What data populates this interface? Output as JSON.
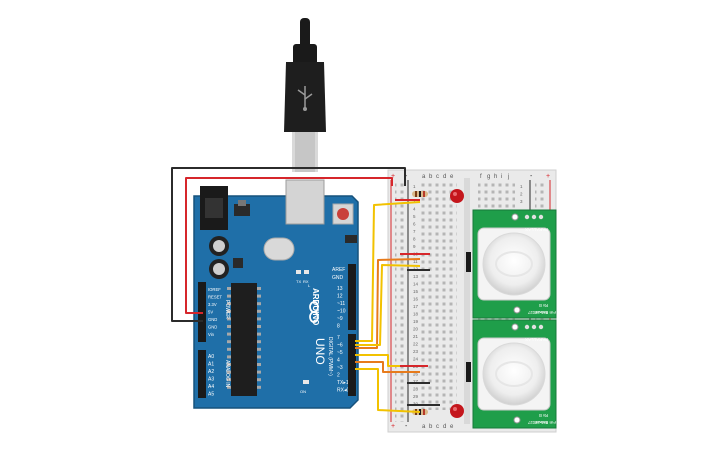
{
  "arduino": {
    "brand": "ARDUINO",
    "model": "UNO",
    "aref": "AREF",
    "gnd_top": "GND",
    "digital_pins": [
      "13",
      "12",
      "~11",
      "~10",
      "~9",
      "8",
      "7",
      "~6",
      "~5",
      "4",
      "~3",
      "2",
      "TX▸1",
      "RX◂0"
    ],
    "digital_label": "DIGITAL (PWM~)",
    "power_pins": [
      "IOREF",
      "RESET",
      "3.3V",
      "5V",
      "GND",
      "GND",
      "Vin"
    ],
    "power_label": "POWER",
    "analog_pins": [
      "A0",
      "A1",
      "A2",
      "A3",
      "A4",
      "A5"
    ],
    "analog_label": "ANALOG IN",
    "tx_label": "TX",
    "rx_label": "RX",
    "l_label": "L",
    "on_label": "ON",
    "colors": {
      "board": "#1f6fa8",
      "board_edge": "#17527c"
    }
  },
  "breadboard": {
    "columns_left": [
      "a",
      "b",
      "c",
      "d",
      "e"
    ],
    "columns_right": [
      "f",
      "g",
      "h",
      "i",
      "j"
    ],
    "row_numbers": [
      "1",
      "5",
      "10",
      "15",
      "20",
      "25",
      "30"
    ],
    "rail_plus": "+",
    "rail_minus": "-",
    "rows_shown": [
      "1",
      "2",
      "3",
      "4",
      "5",
      "6",
      "7",
      "8",
      "9",
      "10",
      "11",
      "12",
      "13",
      "14",
      "15",
      "16",
      "17",
      "18",
      "19",
      "20",
      "21",
      "22",
      "23",
      "24",
      "25",
      "26",
      "27",
      "28",
      "29",
      "30"
    ]
  },
  "pir_sensors": [
    {
      "label_top": "PIR Sensor",
      "part": "555-28027",
      "brand": "PARALLAX",
      "rev": "Rv B"
    },
    {
      "label_top": "PIR Sensor",
      "part": "555-28027",
      "brand": "PARALLAX",
      "rev": "Rv B"
    }
  ],
  "colors": {
    "wire_red": "#d6262b",
    "wire_black": "#2b2b2b",
    "wire_yellow": "#f2c200",
    "wire_orange": "#e77b1c",
    "led": "#c4161c",
    "pir_board": "#1f9e4a",
    "usb": "#1a1a1a"
  }
}
